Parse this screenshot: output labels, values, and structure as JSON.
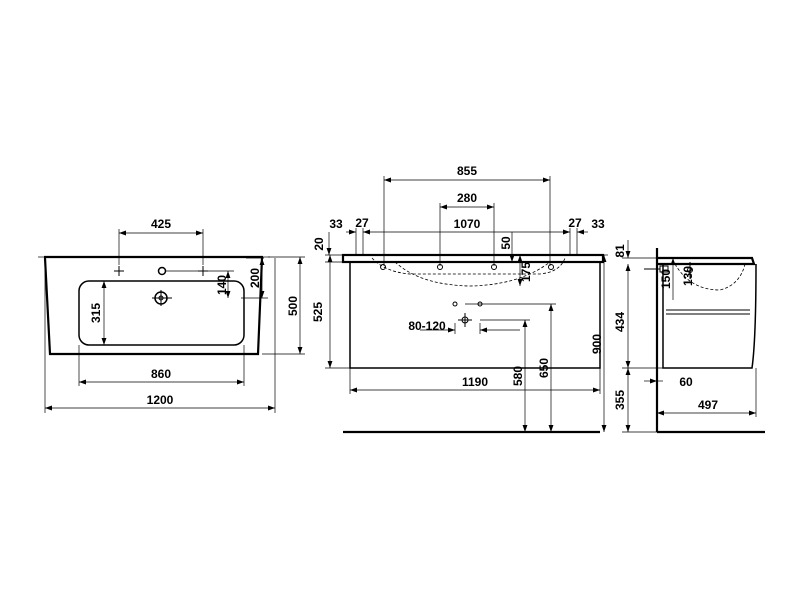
{
  "plan_view": {
    "tap_spacing": "425",
    "bowl_depth": "315",
    "tap_to_bowl": "140",
    "front_to_tap": "200",
    "depth": "500",
    "bowl_width": "860",
    "width": "1200"
  },
  "front_view": {
    "frame_width": "855",
    "inner_spacing": "280",
    "top_left_a": "33",
    "top_left_b": "27",
    "inner_width": "1070",
    "top_right_b": "27",
    "top_right_a": "33",
    "top_thickness": "20",
    "overflow": "50",
    "bowl_depth": "175",
    "cabinet_height": "525",
    "drain_range": "80-120",
    "total_height": "900",
    "drain_height": "580",
    "waste_height": "650",
    "cabinet_width": "1190"
  },
  "side_view": {
    "top": "81",
    "spout": "150",
    "bowl": "130",
    "drawer": "434",
    "wall_gap": "60",
    "floor_gap": "355",
    "depth": "497"
  }
}
